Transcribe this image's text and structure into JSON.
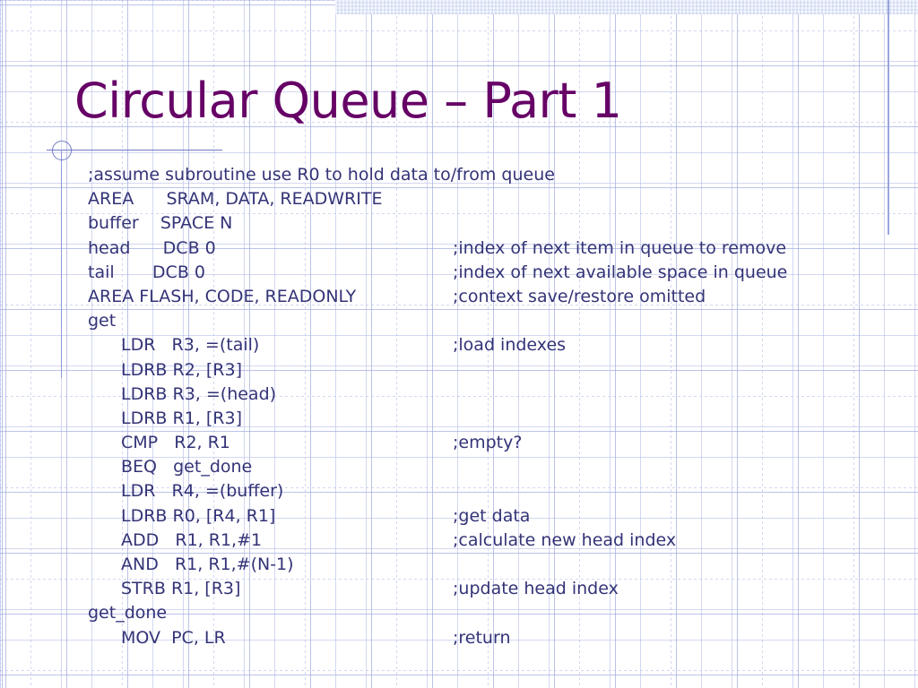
{
  "slide": {
    "title": "Circular Queue – Part 1",
    "title_color": "#660066",
    "body_color": "#333377",
    "accent_rule_color": "#6f7ac4",
    "band_color": "#cfd9f2",
    "grid_color": "#a5afe1"
  },
  "code": {
    "lines": [
      {
        "text": ";assume subroutine use R0 to hold data to/from queue",
        "indent": 0,
        "comment": ""
      },
      {
        "text": "AREA      SRAM, DATA, READWRITE",
        "indent": 0,
        "comment": ""
      },
      {
        "text": "buffer    SPACE N",
        "indent": 0,
        "comment": ""
      },
      {
        "text": "head      DCB 0",
        "indent": 0,
        "comment": ";index of next item in queue to remove"
      },
      {
        "text": "tail       DCB 0",
        "indent": 0,
        "comment": ";index of next available space in queue"
      },
      {
        "text": "AREA FLASH, CODE, READONLY",
        "indent": 0,
        "comment": ";context save/restore omitted"
      },
      {
        "text": "get",
        "indent": 0,
        "comment": ""
      },
      {
        "text": "LDR   R3, =(tail)",
        "indent": 1,
        "comment": ";load indexes"
      },
      {
        "text": "LDRB R2, [R3]",
        "indent": 1,
        "comment": ""
      },
      {
        "text": "LDRB R3, =(head)",
        "indent": 1,
        "comment": ""
      },
      {
        "text": "LDRB R1, [R3]",
        "indent": 1,
        "comment": ""
      },
      {
        "text": "CMP   R2, R1",
        "indent": 1,
        "comment": ";empty?"
      },
      {
        "text": "BEQ   get_done",
        "indent": 1,
        "comment": ""
      },
      {
        "text": "LDR   R4, =(buffer)",
        "indent": 1,
        "comment": ""
      },
      {
        "text": "LDRB R0, [R4, R1]",
        "indent": 1,
        "comment": ";get data"
      },
      {
        "text": "ADD   R1, R1,#1",
        "indent": 1,
        "comment": ";calculate new head index"
      },
      {
        "text": "AND   R1, R1,#(N-1)",
        "indent": 1,
        "comment": ""
      },
      {
        "text": "STRB R1, [R3]",
        "indent": 1,
        "comment": ";update head index"
      },
      {
        "text": "get_done",
        "indent": 0,
        "comment": ""
      },
      {
        "text": "MOV  PC, LR",
        "indent": 1,
        "comment": ";return"
      }
    ]
  }
}
